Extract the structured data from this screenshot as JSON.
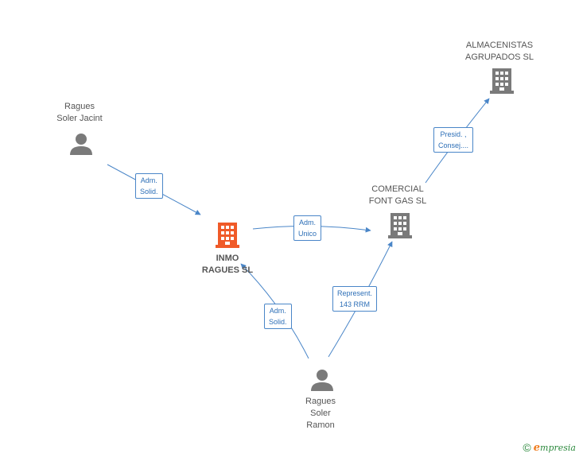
{
  "nodes": {
    "almacenistas": {
      "name_lines": [
        "ALMACENISTAS",
        "AGRUPADOS SL"
      ],
      "type": "company"
    },
    "ragues_jacint": {
      "name_lines": [
        "Ragues",
        "Soler Jacint"
      ],
      "type": "person"
    },
    "comercial": {
      "name_lines": [
        "COMERCIAL",
        "FONT GAS SL"
      ],
      "type": "company"
    },
    "inmo": {
      "name_lines": [
        "INMO",
        "RAGUES SL"
      ],
      "type": "company-main"
    },
    "ragues_ramon": {
      "name_lines": [
        "Ragues",
        "Soler",
        "Ramon"
      ],
      "type": "person"
    }
  },
  "edges": {
    "jacint_inmo": {
      "label_lines": [
        "Adm.",
        "Solid."
      ]
    },
    "inmo_comercial": {
      "label_lines": [
        "Adm.",
        "Unico"
      ]
    },
    "comercial_almacenistas": {
      "label_lines": [
        "Presid. ,",
        "Consej...."
      ]
    },
    "ramon_inmo": {
      "label_lines": [
        "Adm.",
        "Solid."
      ]
    },
    "ramon_comercial": {
      "label_lines": [
        "Represent.",
        "143 RRM"
      ]
    }
  },
  "colors": {
    "edge": "#4a86c8",
    "company_icon": "#7a7a7a",
    "main_company_icon": "#f05a28",
    "person_icon": "#7a7a7a"
  },
  "footer": {
    "copyright_symbol": "©",
    "brand_initial": "e",
    "brand_rest": "mpresia"
  }
}
